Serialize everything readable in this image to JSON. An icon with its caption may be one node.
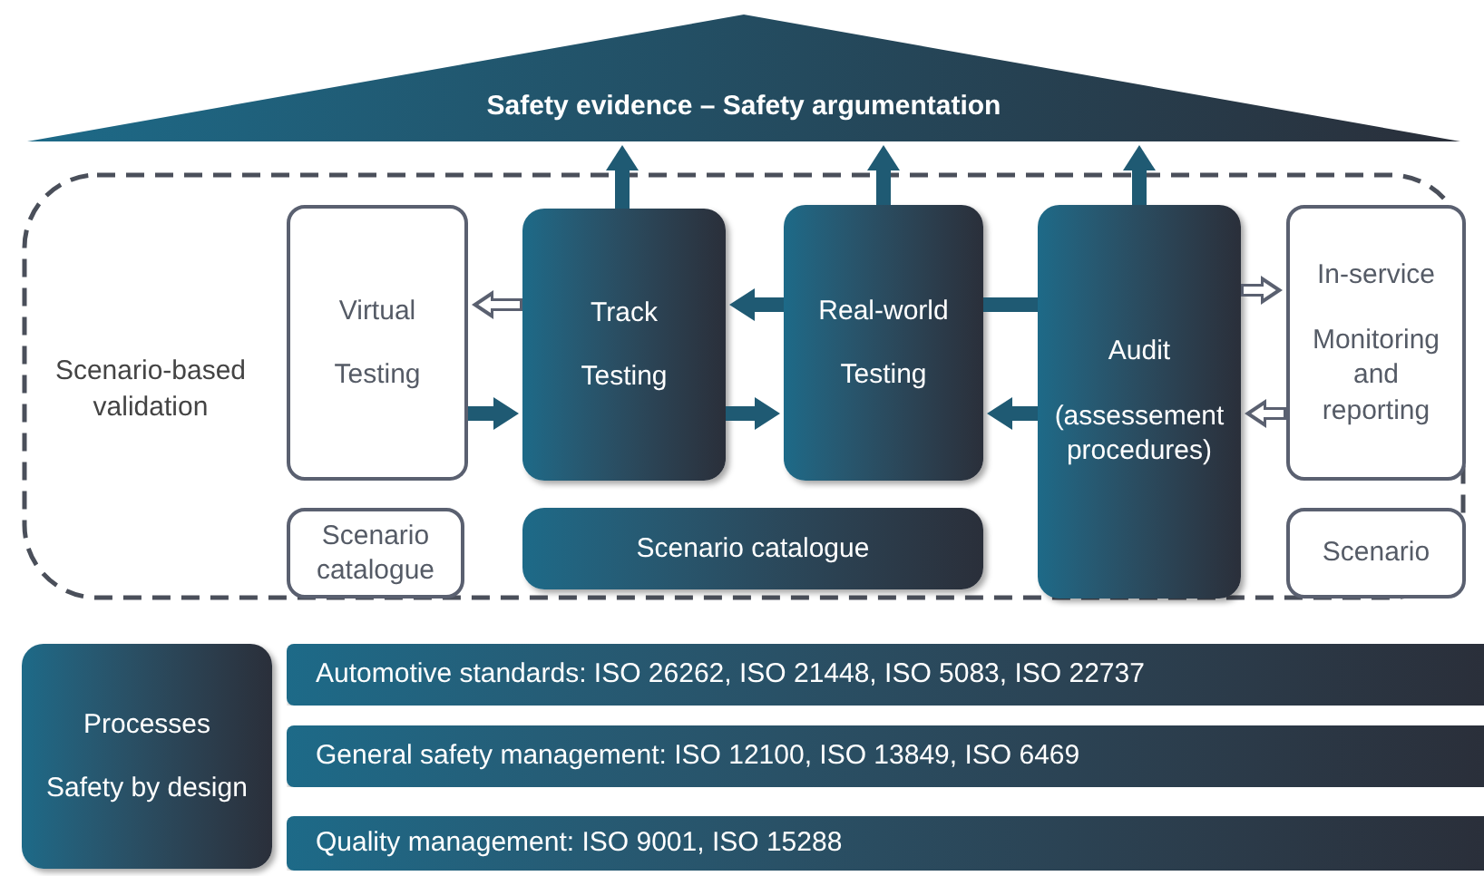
{
  "diagram": {
    "nodes": [
      {
        "text": [
          "Safety evidence – Safety argumentation"
        ]
      },
      {
        "text": [
          "Scenario-based validation"
        ]
      },
      {
        "text": [
          "Virtual",
          "Testing"
        ],
        "in": 1
      },
      {
        "text": [
          "Track",
          "Testing"
        ],
        "in": 1
      },
      {
        "text": [
          "Real-world",
          "Testing"
        ],
        "in": 1
      },
      {
        "text": [
          "Audit",
          "(assessement procedures)"
        ],
        "in": 1
      },
      {
        "text": [
          "In-service",
          "Monitoring and reporting"
        ],
        "in": 1
      },
      {
        "text": [
          "Scenario catalogue"
        ],
        "in": 1
      },
      {
        "text": [
          "Scenario catalogue"
        ],
        "in": 1
      },
      {
        "text": [
          "Scenario"
        ],
        "in": 1
      },
      {
        "text": [
          "Processes",
          "Safety by design"
        ]
      },
      {
        "text": [
          "Automotive standards: ISO 26262, ISO 21448, ISO 5083, ISO 22737"
        ]
      },
      {
        "text": [
          "General safety management: ISO 12100, ISO 13849, ISO 6469"
        ]
      },
      {
        "text": [
          "Quality management: ISO 9001, ISO 15288"
        ]
      }
    ],
    "edges": [
      {
        "from": 3,
        "to": 0,
        "arrow": "to"
      },
      {
        "from": 4,
        "to": 0,
        "arrow": "to"
      },
      {
        "from": 5,
        "to": 0,
        "arrow": "to"
      },
      {
        "from": 3,
        "to": 2,
        "arrow": "to",
        "color": "#5a6070"
      },
      {
        "from": 2,
        "to": 3,
        "arrow": "to"
      },
      {
        "from": 4,
        "to": 3,
        "arrow": "to"
      },
      {
        "from": 3,
        "to": 4,
        "arrow": "to"
      },
      {
        "from": 5,
        "to": 4,
        "arrow": "none"
      },
      {
        "from": 5,
        "to": 4,
        "arrow": "to"
      },
      {
        "from": 5,
        "to": 6,
        "arrow": "to",
        "color": "#5a6070"
      },
      {
        "from": 6,
        "to": 5,
        "arrow": "to",
        "color": "#5a6070"
      }
    ]
  }
}
